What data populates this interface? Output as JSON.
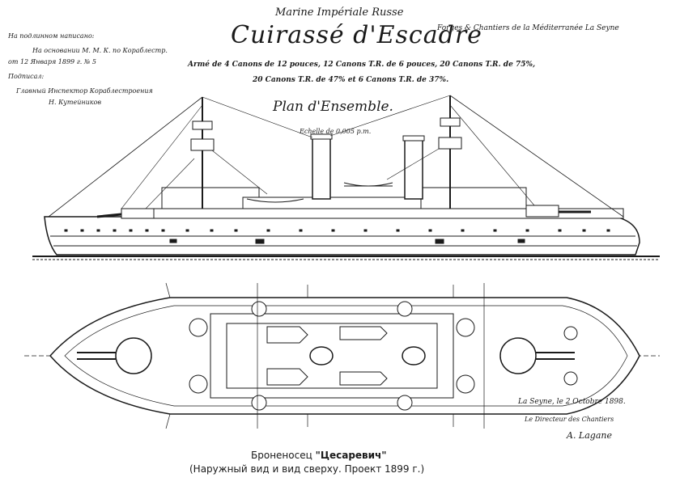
{
  "header": {
    "marine": "Marine Impériale Russe",
    "title": "Cuirassé d'Escadre",
    "chantiers": "Forges & Chantiers de la Méditerranée La Seyne",
    "armament_line1": "Armé de 4 Canons de 12 pouces, 12 Canons T.R. de 6 pouces, 20 Canons T.R. de 75%,",
    "armament_line2": "20 Canons T.R. de 47% et 6 Canons T.R. de 37%.",
    "plan": "Plan d'Ensemble.",
    "echelle": "Echelle de 0,005 p.m."
  },
  "notes": {
    "line1": "На подлинном написано:",
    "line2": "На основании М. М. К. по Кораблестр.",
    "line3": "от 12 Января 1899 г. № 5",
    "line4": "Подписал:",
    "line5": "Главный Инспектор Кораблестроения",
    "line6": "Н. Кутейников"
  },
  "signature": {
    "date": "La Seyne, le 2 Octobre 1898.",
    "role": "Le Directeur des Chantiers",
    "name": "A. Lagane"
  },
  "caption": {
    "prefix": "Броненосец ",
    "ship": "\"Цесаревич\"",
    "line2": "(Наружный вид и вид сверху. Проект 1899 г.)"
  }
}
